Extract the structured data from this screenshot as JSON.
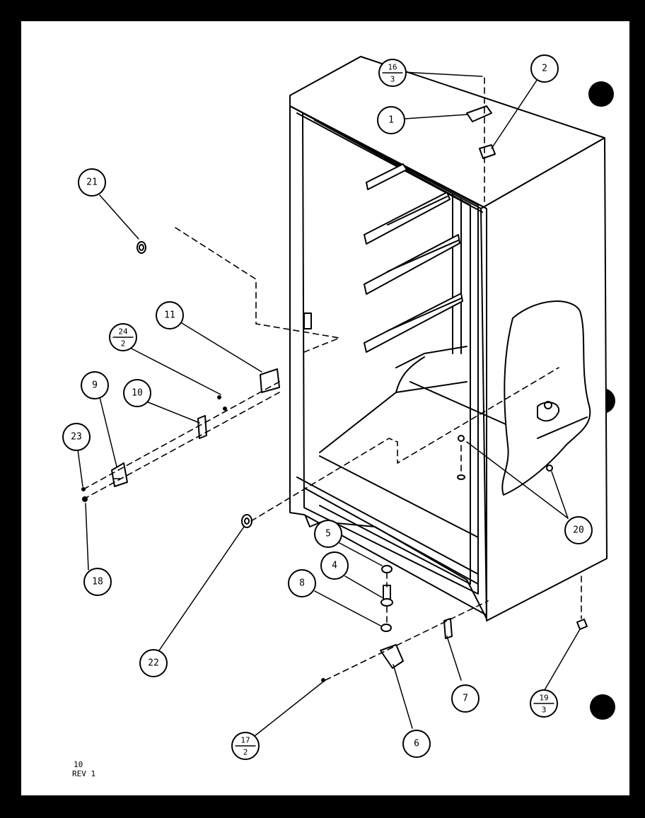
{
  "callouts": [
    {
      "id": "c1",
      "label": "1"
    },
    {
      "id": "c2",
      "label": "2"
    },
    {
      "id": "c4",
      "label": "4"
    },
    {
      "id": "c5",
      "label": "5"
    },
    {
      "id": "c6",
      "label": "6"
    },
    {
      "id": "c7",
      "label": "7"
    },
    {
      "id": "c8",
      "label": "8"
    },
    {
      "id": "c9",
      "label": "9"
    },
    {
      "id": "c10",
      "label": "10"
    },
    {
      "id": "c11",
      "label": "11"
    },
    {
      "id": "c18",
      "label": "18"
    },
    {
      "id": "c20",
      "label": "20"
    },
    {
      "id": "c21",
      "label": "21"
    },
    {
      "id": "c22",
      "label": "22"
    },
    {
      "id": "c23",
      "label": "23"
    }
  ],
  "fraction_callouts": [
    {
      "id": "f16",
      "top": "16",
      "bottom": "3"
    },
    {
      "id": "f24",
      "top": "24",
      "bottom": "2"
    },
    {
      "id": "f17",
      "top": "17",
      "bottom": "2"
    },
    {
      "id": "f19",
      "top": "19",
      "bottom": "3"
    }
  ],
  "sheet_info": {
    "page": "10",
    "revision": "REV 1"
  }
}
